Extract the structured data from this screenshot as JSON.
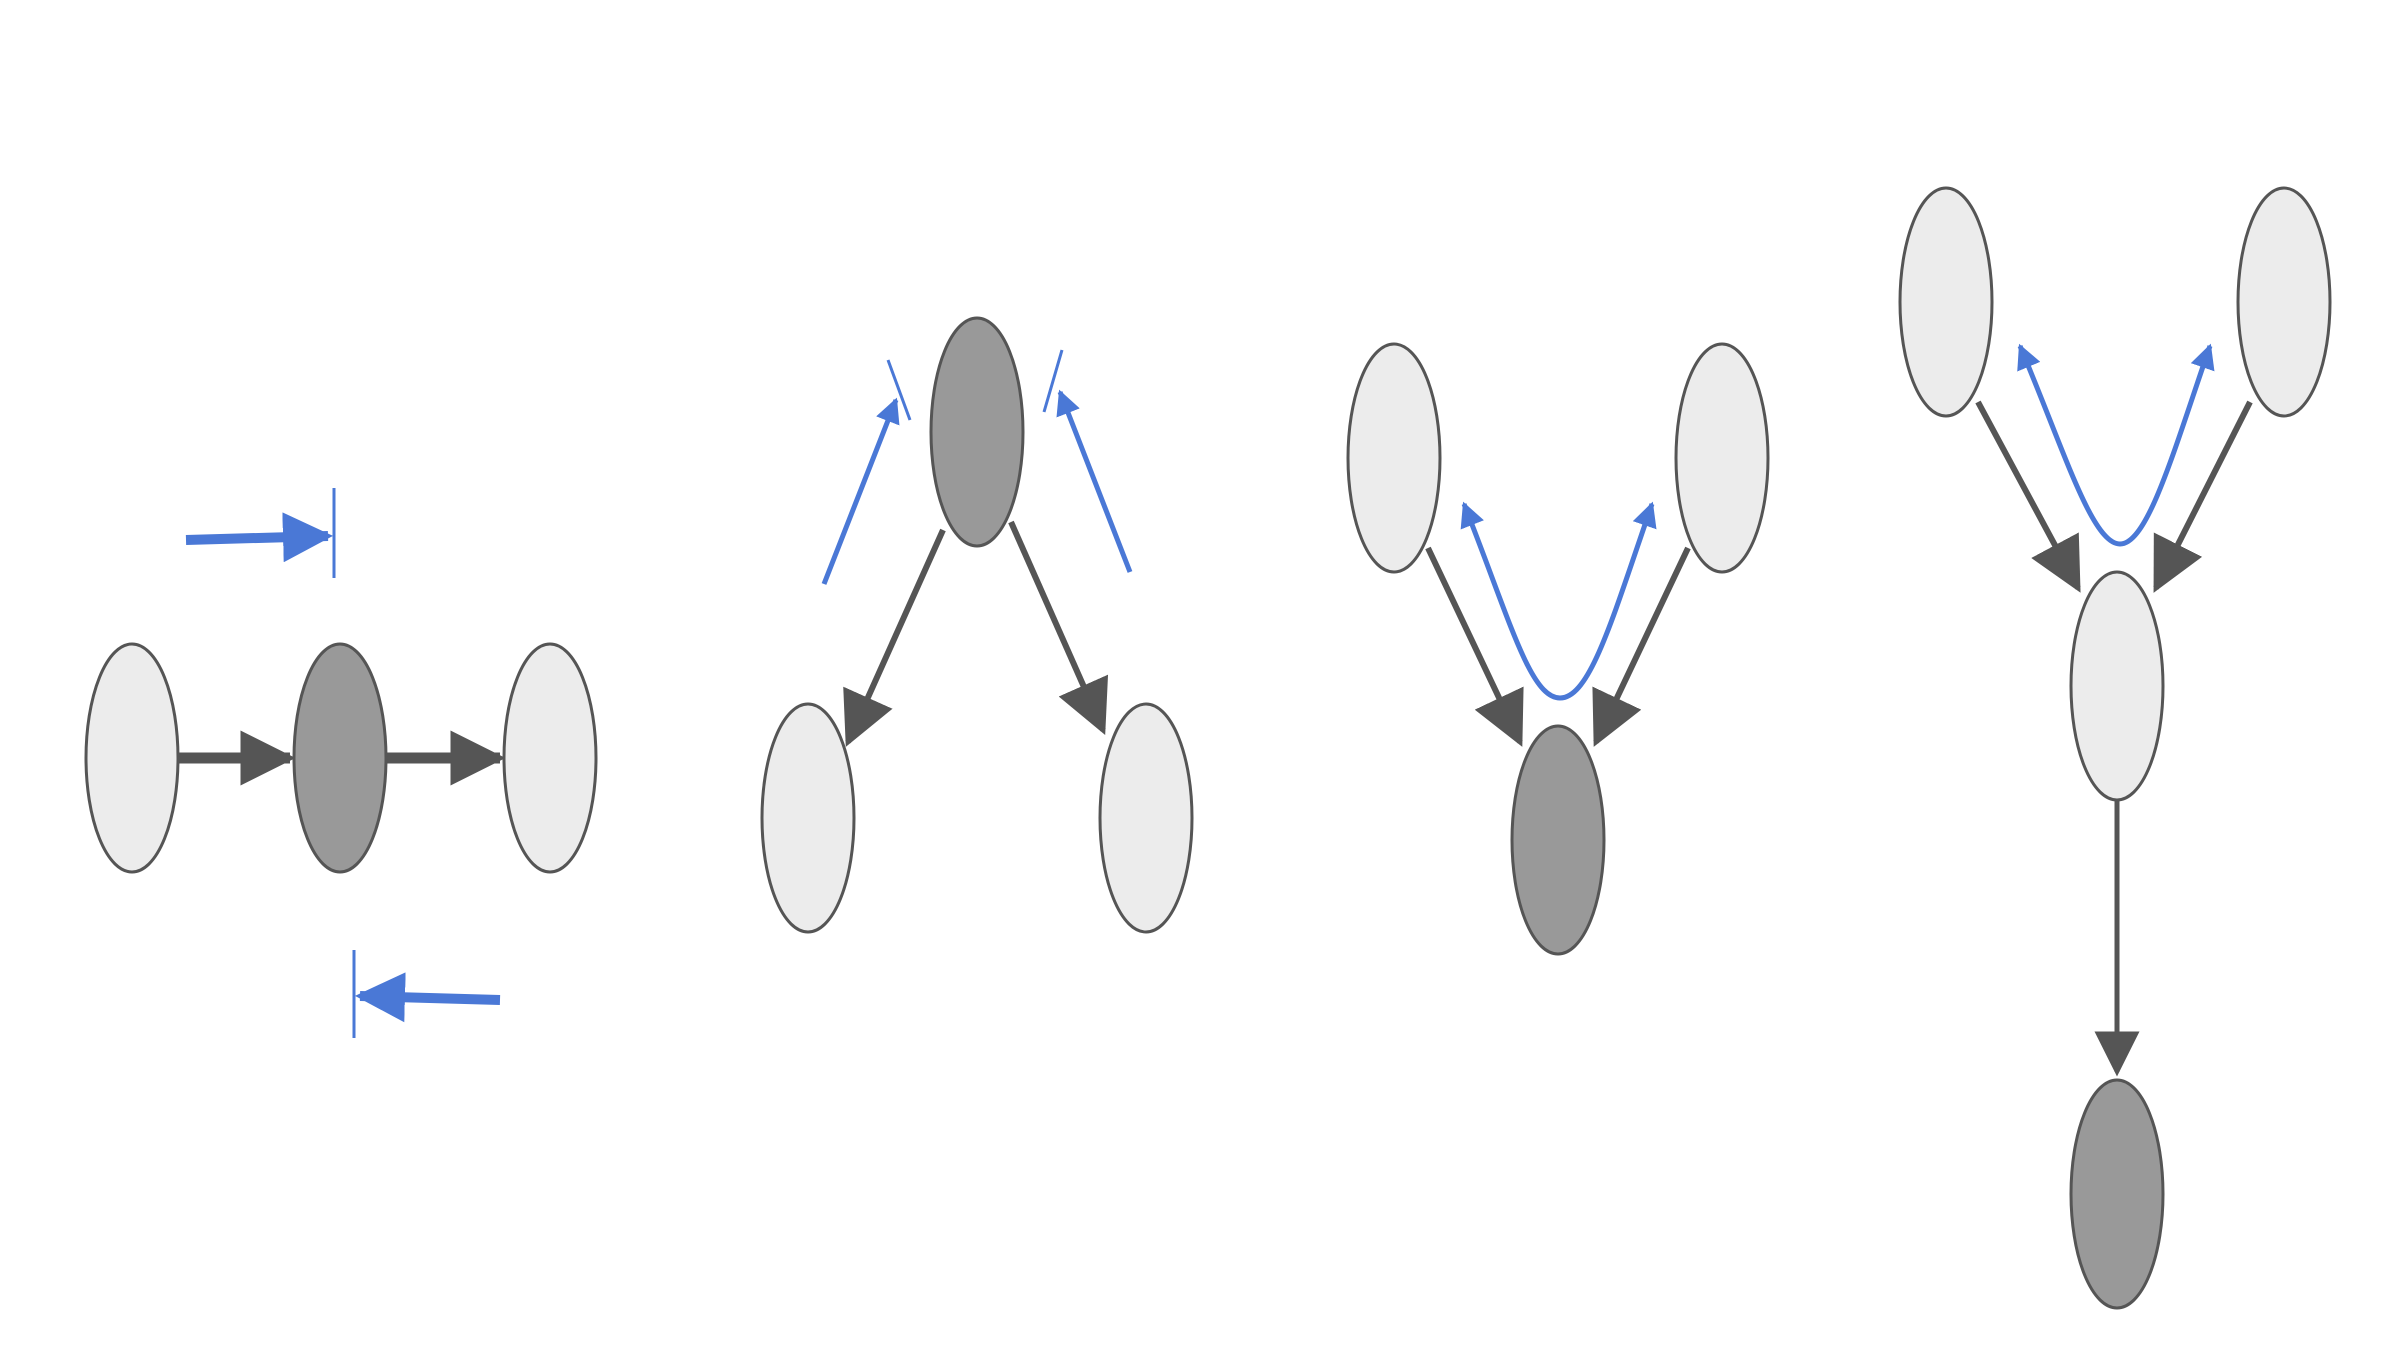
{
  "diagram": {
    "type": "bayesian-network-dseparation",
    "colors": {
      "observed_node": "#999999",
      "unobserved_node": "#ececec",
      "node_stroke": "#555555",
      "edge": "#555555",
      "flow_arrow": "#4a78d6"
    },
    "panels": [
      {
        "name": "chain",
        "nodes": [
          {
            "id": "a",
            "state": "unobserved"
          },
          {
            "id": "b",
            "state": "observed"
          },
          {
            "id": "c",
            "state": "unobserved"
          }
        ],
        "edges": [
          [
            "a",
            "b"
          ],
          [
            "b",
            "c"
          ]
        ],
        "flow": "blocked"
      },
      {
        "name": "fork",
        "nodes": [
          {
            "id": "a",
            "state": "observed"
          },
          {
            "id": "b",
            "state": "unobserved"
          },
          {
            "id": "c",
            "state": "unobserved"
          }
        ],
        "edges": [
          [
            "a",
            "b"
          ],
          [
            "a",
            "c"
          ]
        ],
        "flow": "blocked"
      },
      {
        "name": "collider",
        "nodes": [
          {
            "id": "a",
            "state": "unobserved"
          },
          {
            "id": "b",
            "state": "unobserved"
          },
          {
            "id": "c",
            "state": "observed"
          }
        ],
        "edges": [
          [
            "a",
            "c"
          ],
          [
            "b",
            "c"
          ]
        ],
        "flow": "active"
      },
      {
        "name": "collider-descendant",
        "nodes": [
          {
            "id": "a",
            "state": "unobserved"
          },
          {
            "id": "b",
            "state": "unobserved"
          },
          {
            "id": "c",
            "state": "unobserved"
          },
          {
            "id": "d",
            "state": "observed"
          }
        ],
        "edges": [
          [
            "a",
            "c"
          ],
          [
            "b",
            "c"
          ],
          [
            "c",
            "d"
          ]
        ],
        "flow": "active"
      }
    ]
  }
}
